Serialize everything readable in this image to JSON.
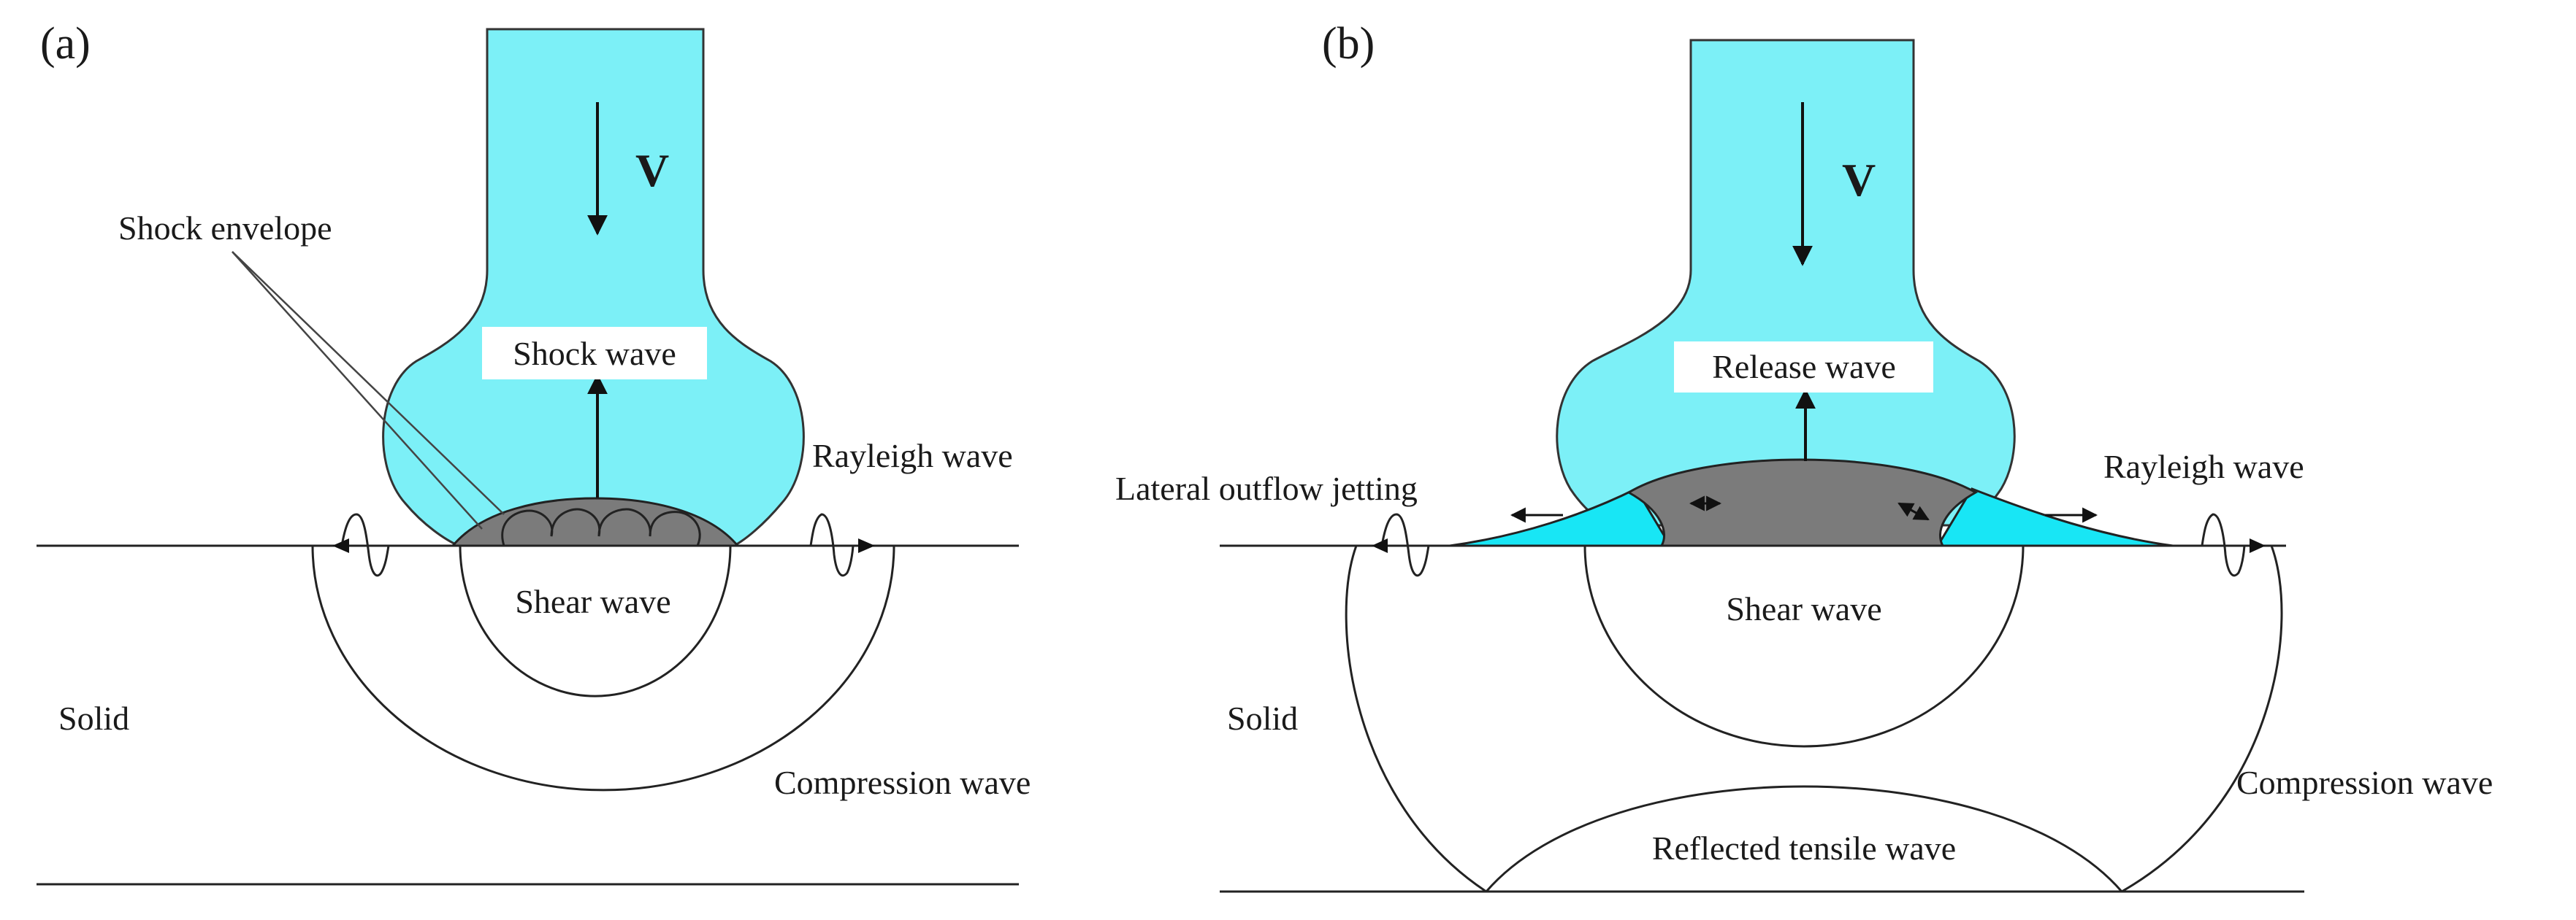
{
  "colors": {
    "droplet": "#7cf0f7",
    "droplet_outline": "#333333",
    "compressed_zone": "#7b7b7b",
    "jet": "#18e6f5",
    "line": "#222222",
    "label_box": "#ffffff"
  },
  "panel_a": {
    "label": "(a)",
    "velocity": "V",
    "shock_envelope": "Shock envelope",
    "shock_wave": "Shock wave",
    "rayleigh_wave": "Rayleigh wave",
    "shear_wave": "Shear wave",
    "solid": "Solid",
    "compression_wave": "Compression wave"
  },
  "panel_b": {
    "label": "(b)",
    "velocity": "V",
    "release_wave": "Release wave",
    "lateral_outflow_jetting": "Lateral outflow jetting",
    "rayleigh_wave": "Rayleigh wave",
    "shear_wave": "Shear wave",
    "solid": "Solid",
    "compression_wave": "Compression wave",
    "reflected_tensile_wave": "Reflected tensile wave"
  }
}
